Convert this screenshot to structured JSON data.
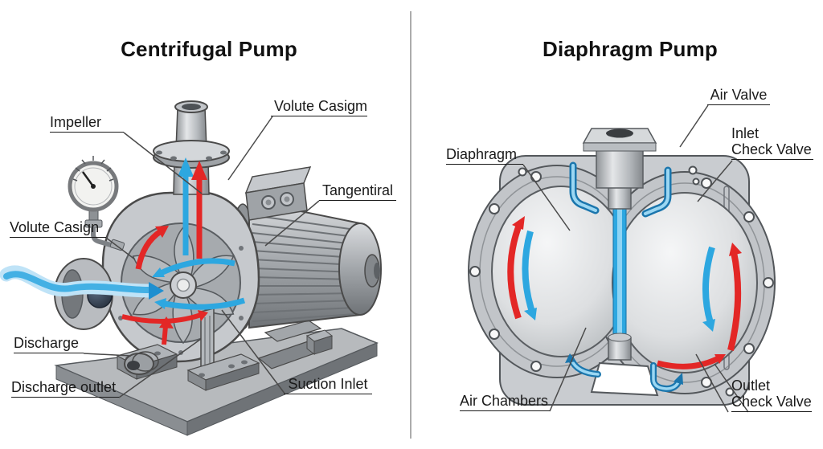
{
  "left": {
    "title": "Centrifugal Pump",
    "labels": {
      "impeller": "Impeller",
      "volute_casing_top": "Volute Casigm",
      "volute_casing_left": "Volute Casign",
      "tangential": "Tangentiral",
      "discharge": "Discharge",
      "discharge_outlet": "Discharge outlet",
      "suction_inlet": "Suction Inlet"
    }
  },
  "right": {
    "title": "Diaphragm Pump",
    "labels": {
      "air_valve": "Air Valve",
      "inlet_check_valve": "Inlet\nCheck Valve",
      "diaphragm": "Diaphragm",
      "air_chambers": "Air Chambers",
      "outlet_check_valve": "Outlet\nCheck Valve"
    }
  },
  "colors": {
    "ink": "#1a1a1a",
    "leader": "#4a4a4a",
    "divider": "#909090",
    "flow_blue": "#2da7e0",
    "flow_blue_dark": "#1f8fd0",
    "flow_blue_light": "#bfe3f7",
    "flow_red": "#e32726",
    "valve_blue_dark": "#1b76ad",
    "valve_blue_light": "#9bd7f3"
  }
}
